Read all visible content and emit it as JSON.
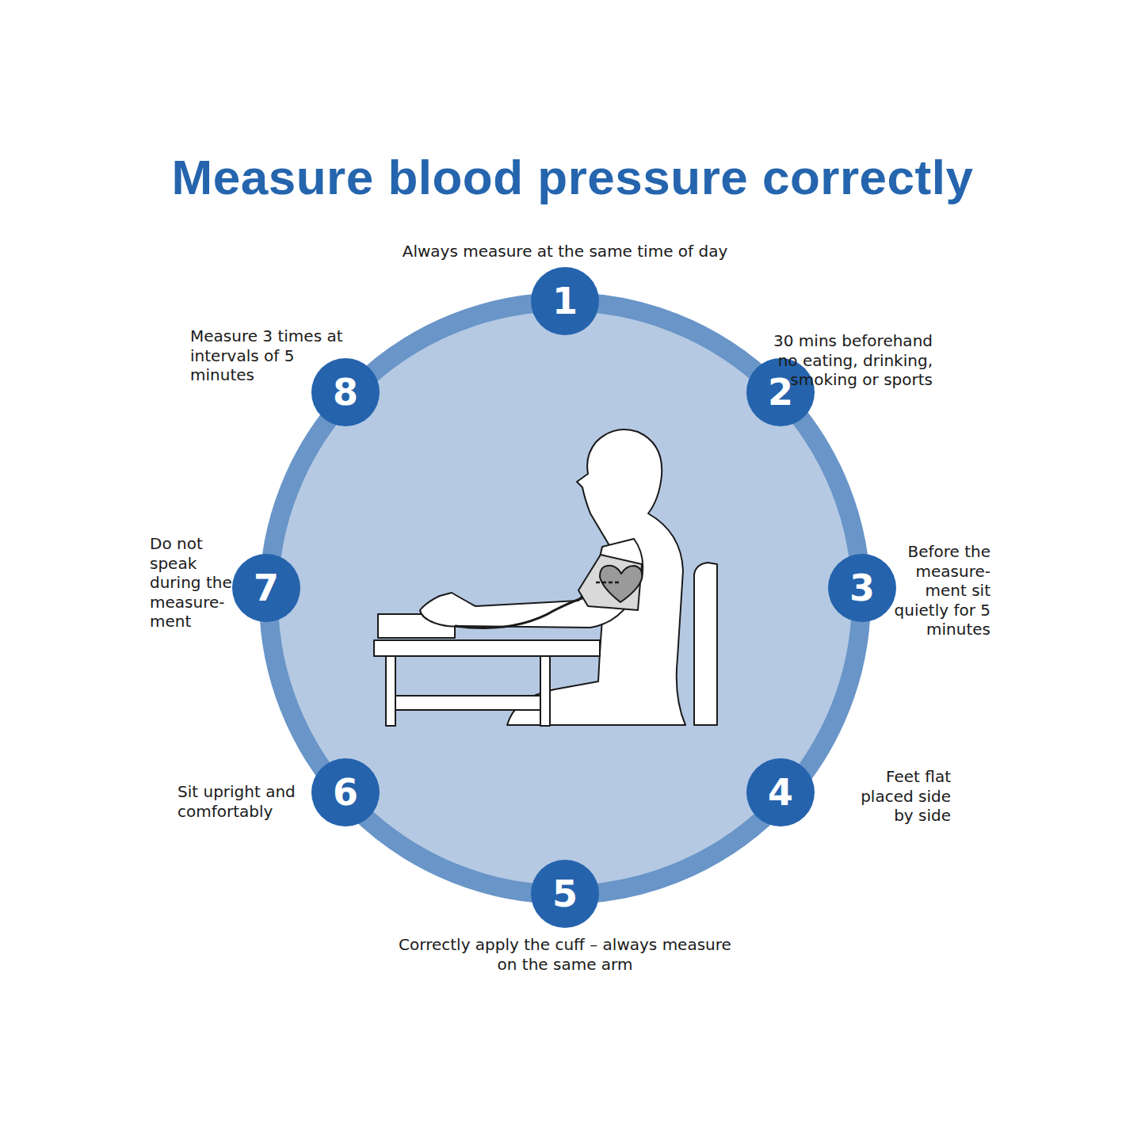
{
  "diagram": {
    "title": "Measure blood pressure correctly",
    "nodes": [
      {
        "text": [
          "1",
          "Always measure at the same time of day"
        ]
      },
      {
        "text": [
          "2",
          "30 mins beforehand no eating, drinking, smoking or sports"
        ]
      },
      {
        "text": [
          "3",
          "Before the measure- ment sit quietly for 5 minutes"
        ]
      },
      {
        "text": [
          "4",
          "Feet flat placed side by side"
        ]
      },
      {
        "text": [
          "5",
          "Correctly apply the cuff – always measure on the same arm"
        ]
      },
      {
        "text": [
          "6",
          "Sit upright and comfortably"
        ]
      },
      {
        "text": [
          "7",
          "Do not speak during the measure- ment"
        ]
      },
      {
        "text": [
          "8",
          "Measure 3 times at intervals of 5 minutes"
        ]
      }
    ]
  }
}
